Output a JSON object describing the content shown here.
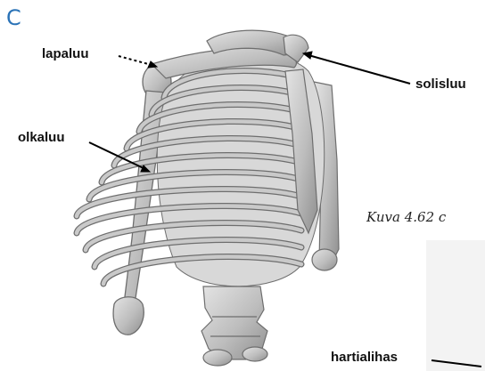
{
  "panel_letter": "C",
  "caption": "Kuva 4.62 c",
  "labels": {
    "lapaluu": "lapaluu",
    "solisluu": "solisluu",
    "olkaluu": "olkaluu",
    "hartialihas": "hartialihas"
  },
  "colors": {
    "bone": "#c9c9c9",
    "bone_outline": "#6e6e6e",
    "panel_letter": "#2b73b7",
    "text": "#111111"
  }
}
